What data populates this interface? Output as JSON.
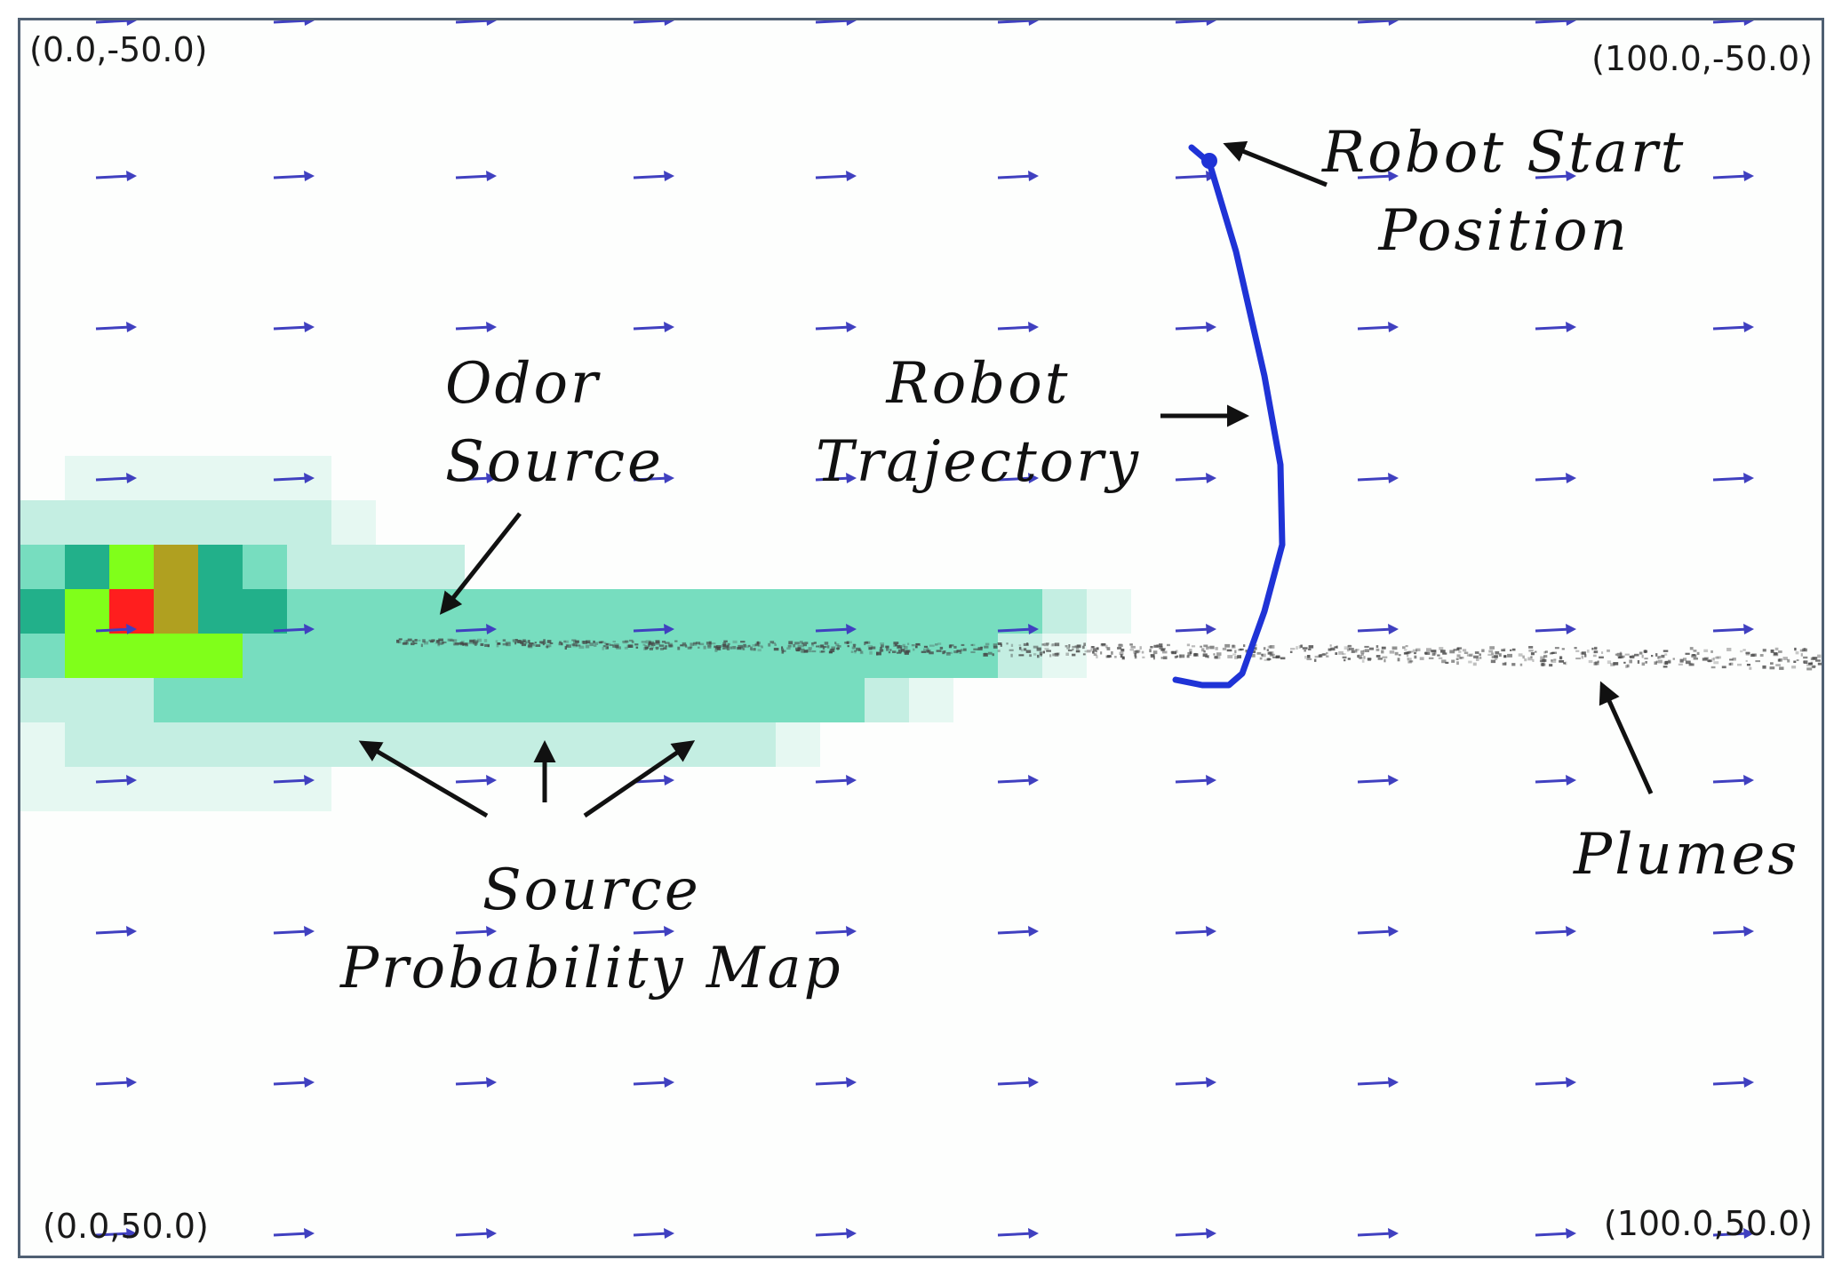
{
  "corners": {
    "top_left": "(0.0,-50.0)",
    "top_right": "(100.0,-50.0)",
    "bottom_left": "(0.0,50.0)",
    "bottom_right": "(100.0,50.0)"
  },
  "labels": {
    "robot_start_position": [
      "Robot Start",
      "Position"
    ],
    "robot_trajectory": [
      "Robot",
      "Trajectory"
    ],
    "odor_source": [
      "Odor",
      "Source"
    ],
    "source_probability_map": [
      "Source",
      "Probability Map"
    ],
    "plumes": [
      "Plumes"
    ]
  },
  "colors": {
    "wind_arrow": "#4040c0",
    "trajectory": "#1f33d6",
    "plume": "#444444",
    "annotation_arrow": "#111111",
    "probability_low": "#7fdcc2",
    "probability_mid": "#7fff00",
    "probability_high": "#ff1e1e"
  },
  "wind_field": {
    "direction": "east"
  }
}
